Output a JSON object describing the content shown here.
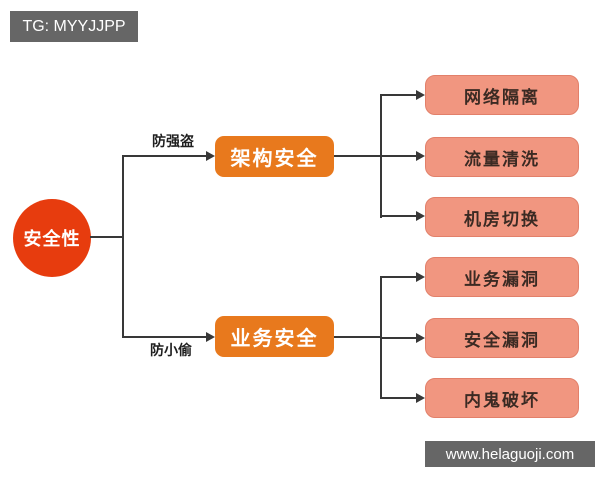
{
  "watermarks": {
    "top_left": "TG: MYYJJPP",
    "bottom_right": "www.helaguoji.com"
  },
  "colors": {
    "root-color": "#e73c0e",
    "branch-color": "#e8791d",
    "leaf-color": "#f19680",
    "leaf-border": "#e2806a",
    "line-color": "#383838",
    "badge-color": "#666666"
  },
  "diagram": {
    "root": {
      "label": "安全性"
    },
    "branches": [
      {
        "label": "架构安全",
        "edge_label": "防强盗",
        "children": [
          {
            "label": "网络隔离"
          },
          {
            "label": "流量清洗"
          },
          {
            "label": "机房切换"
          }
        ]
      },
      {
        "label": "业务安全",
        "edge_label": "防小偷",
        "children": [
          {
            "label": "业务漏洞"
          },
          {
            "label": "安全漏洞"
          },
          {
            "label": "内鬼破坏"
          }
        ]
      }
    ]
  }
}
